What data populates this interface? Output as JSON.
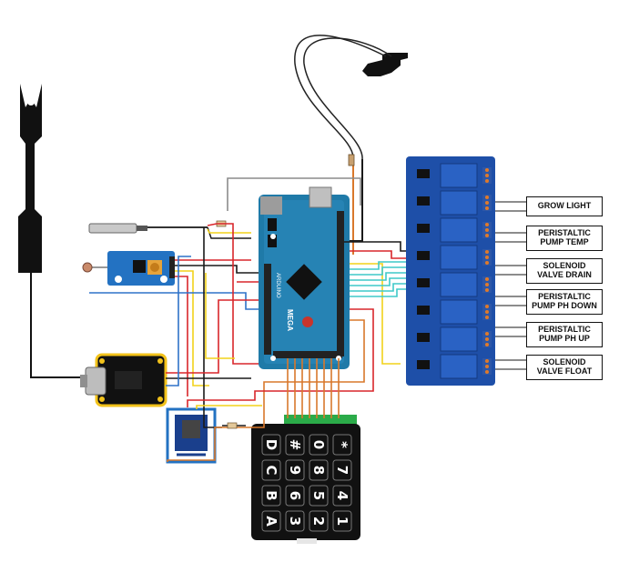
{
  "labels": {
    "grow_light": "GROW LIGHT",
    "pump_temp": "PERISTALTIC PUMP TEMP",
    "valve_drain": "SOLENOID VALVE DRAIN",
    "pump_ph_down": "PERISTALTIC PUMP PH DOWN",
    "pump_ph_up": "PERISTALTIC PUMP PH UP",
    "valve_float": "SOLENOID VALVE FLOAT"
  },
  "board": {
    "name": "MEGA",
    "brand": "ARDUINO"
  },
  "keypad": {
    "rows": [
      [
        "D",
        "#",
        "0",
        "*"
      ],
      [
        "C",
        "9",
        "8",
        "7"
      ],
      [
        "B",
        "6",
        "5",
        "4"
      ],
      [
        "A",
        "3",
        "2",
        "1"
      ]
    ]
  },
  "colors": {
    "wire_red": "#d9262b",
    "wire_black": "#1a1a1a",
    "wire_yellow": "#f2d21a",
    "wire_blue": "#2f72c8",
    "wire_orange": "#d9782b",
    "wire_cyan": "#3fc9c9",
    "wire_gray": "#8c8c8c",
    "arduino_teal": "#1f7aa8",
    "relay_blue": "#1e4fa8"
  }
}
